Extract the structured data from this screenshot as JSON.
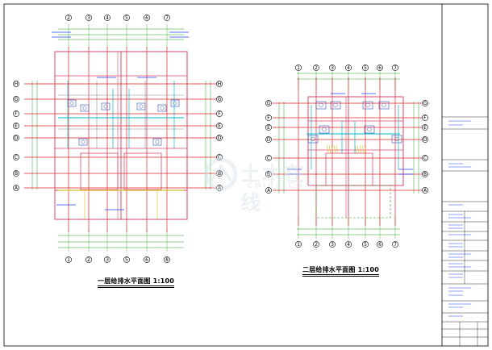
{
  "drawing": {
    "plan1_caption": "一层给排水平面图   1:100",
    "plan2_caption": "二层给排水平面图   1:100",
    "watermark_text": "土木在线",
    "watermark_sub": "COI88.COM"
  },
  "axes": {
    "plan1_top": [
      "2",
      "3",
      "4",
      "5",
      "6",
      "7"
    ],
    "plan1_bottom": [
      "1",
      "2",
      "3",
      "5",
      "6",
      "8"
    ],
    "plan1_left": [
      "H",
      "G",
      "F",
      "E",
      "D",
      "C",
      "B",
      "A"
    ],
    "plan1_right": [
      "H",
      "G",
      "F",
      "E",
      "D",
      "C",
      "B",
      "A"
    ],
    "plan2_top": [
      "1",
      "2",
      "3",
      "4",
      "5",
      "6",
      "7"
    ],
    "plan2_bottom": [
      "1",
      "2",
      "3",
      "4",
      "5",
      "6",
      "7"
    ],
    "plan2_left": [
      "G",
      "F",
      "E",
      "D",
      "C",
      "B",
      "A"
    ],
    "plan2_right": [
      "G",
      "F",
      "E",
      "D",
      "C",
      "B",
      "A"
    ]
  },
  "colors": {
    "frame": "#000000",
    "axis_red": "#e0202a",
    "dim_green": "#20a020",
    "wall_pink": "#d94a6a",
    "pipe_cyan": "#00b8c8",
    "fixture_blue": "#3050c0",
    "text_blue": "#2040ff",
    "yellow": "#d8c020"
  }
}
